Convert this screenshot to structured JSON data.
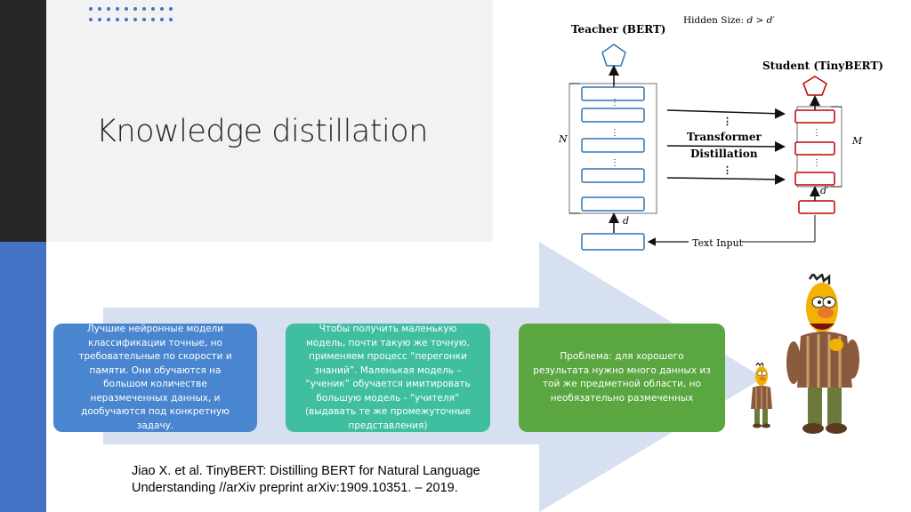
{
  "slide": {
    "title": "Knowledge distillation",
    "citation": "Jiao X. et al. TinyBERT: Distilling BERT for Natural  Language\nUnderstanding //arXiv preprint arXiv:1909.10351. – 2019."
  },
  "colors": {
    "accent_blue": "#4472c4",
    "dark_bar": "#262626",
    "card_blue": "#4a86cf",
    "card_teal": "#3fbfa0",
    "card_green": "#5aa640",
    "arrow_fill": "#d6e0f0"
  },
  "cards": [
    {
      "text": "Лучшие  нейронные  модели\nклассификации  точные,  но\nтребовательные  по скорости и\nпамяти.  Они  обучаются  на\nбольшом  количестве\nнеразмеченных  данных,  и\nдообучаются  под конкретную\nзадачу."
    },
    {
      "text": "Чтобы получить маленькую\nмодель, почти такую же точную,\nприменяем процесс “перегонки\nзнаний”.  Маленькая модель –\n“ученик” обучается имитировать\nбольшую модель -  “учителя”\n(выдавать те же промежуточные\nпредставления)"
    },
    {
      "text": "Проблема: для хорошего\nрезультата нужно много данных из\nтой же предметной области, но\nнеобязательно размеченных"
    }
  ],
  "diagram": {
    "teacher_label": "Teacher (BERT)",
    "student_label": "Student (TinyBERT)",
    "hidden_size_label": "Hidden Size: 𝑑 > 𝑑′",
    "transformer_label": "Transformer",
    "distillation_label": "Distillation",
    "text_input_label": "Text Input",
    "n_label": "𝑁",
    "m_label": "𝑀",
    "d_label": "𝑑",
    "d_prime_label": "𝑑′",
    "ellipsis": "⋮"
  },
  "figures": {
    "large_icon": "bert-puppet-large",
    "small_icon": "bert-puppet-small"
  }
}
